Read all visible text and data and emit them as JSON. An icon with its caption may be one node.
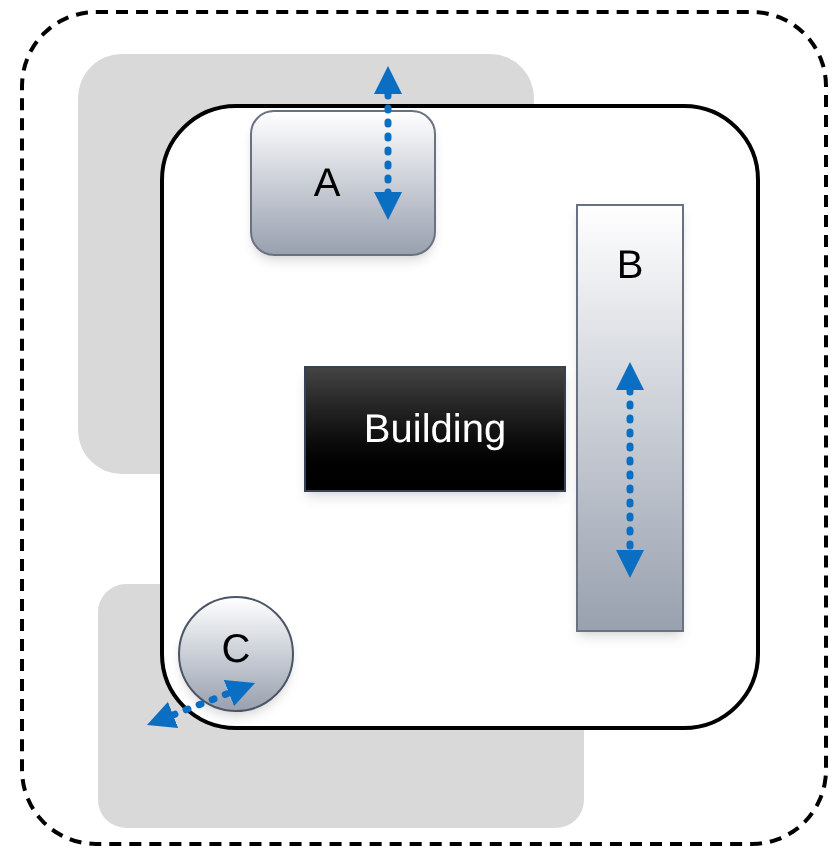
{
  "diagram": {
    "nodes": [
      {
        "text": [],
        "shape": "box"
      },
      {
        "text": [],
        "shape": "box",
        "in": 0
      },
      {
        "text": [
          "A"
        ],
        "in": 1
      },
      {
        "text": [
          "B"
        ],
        "in": 1
      },
      {
        "text": [
          "Building"
        ],
        "in": 1
      },
      {
        "text": [
          "C"
        ],
        "in": 1
      }
    ]
  }
}
